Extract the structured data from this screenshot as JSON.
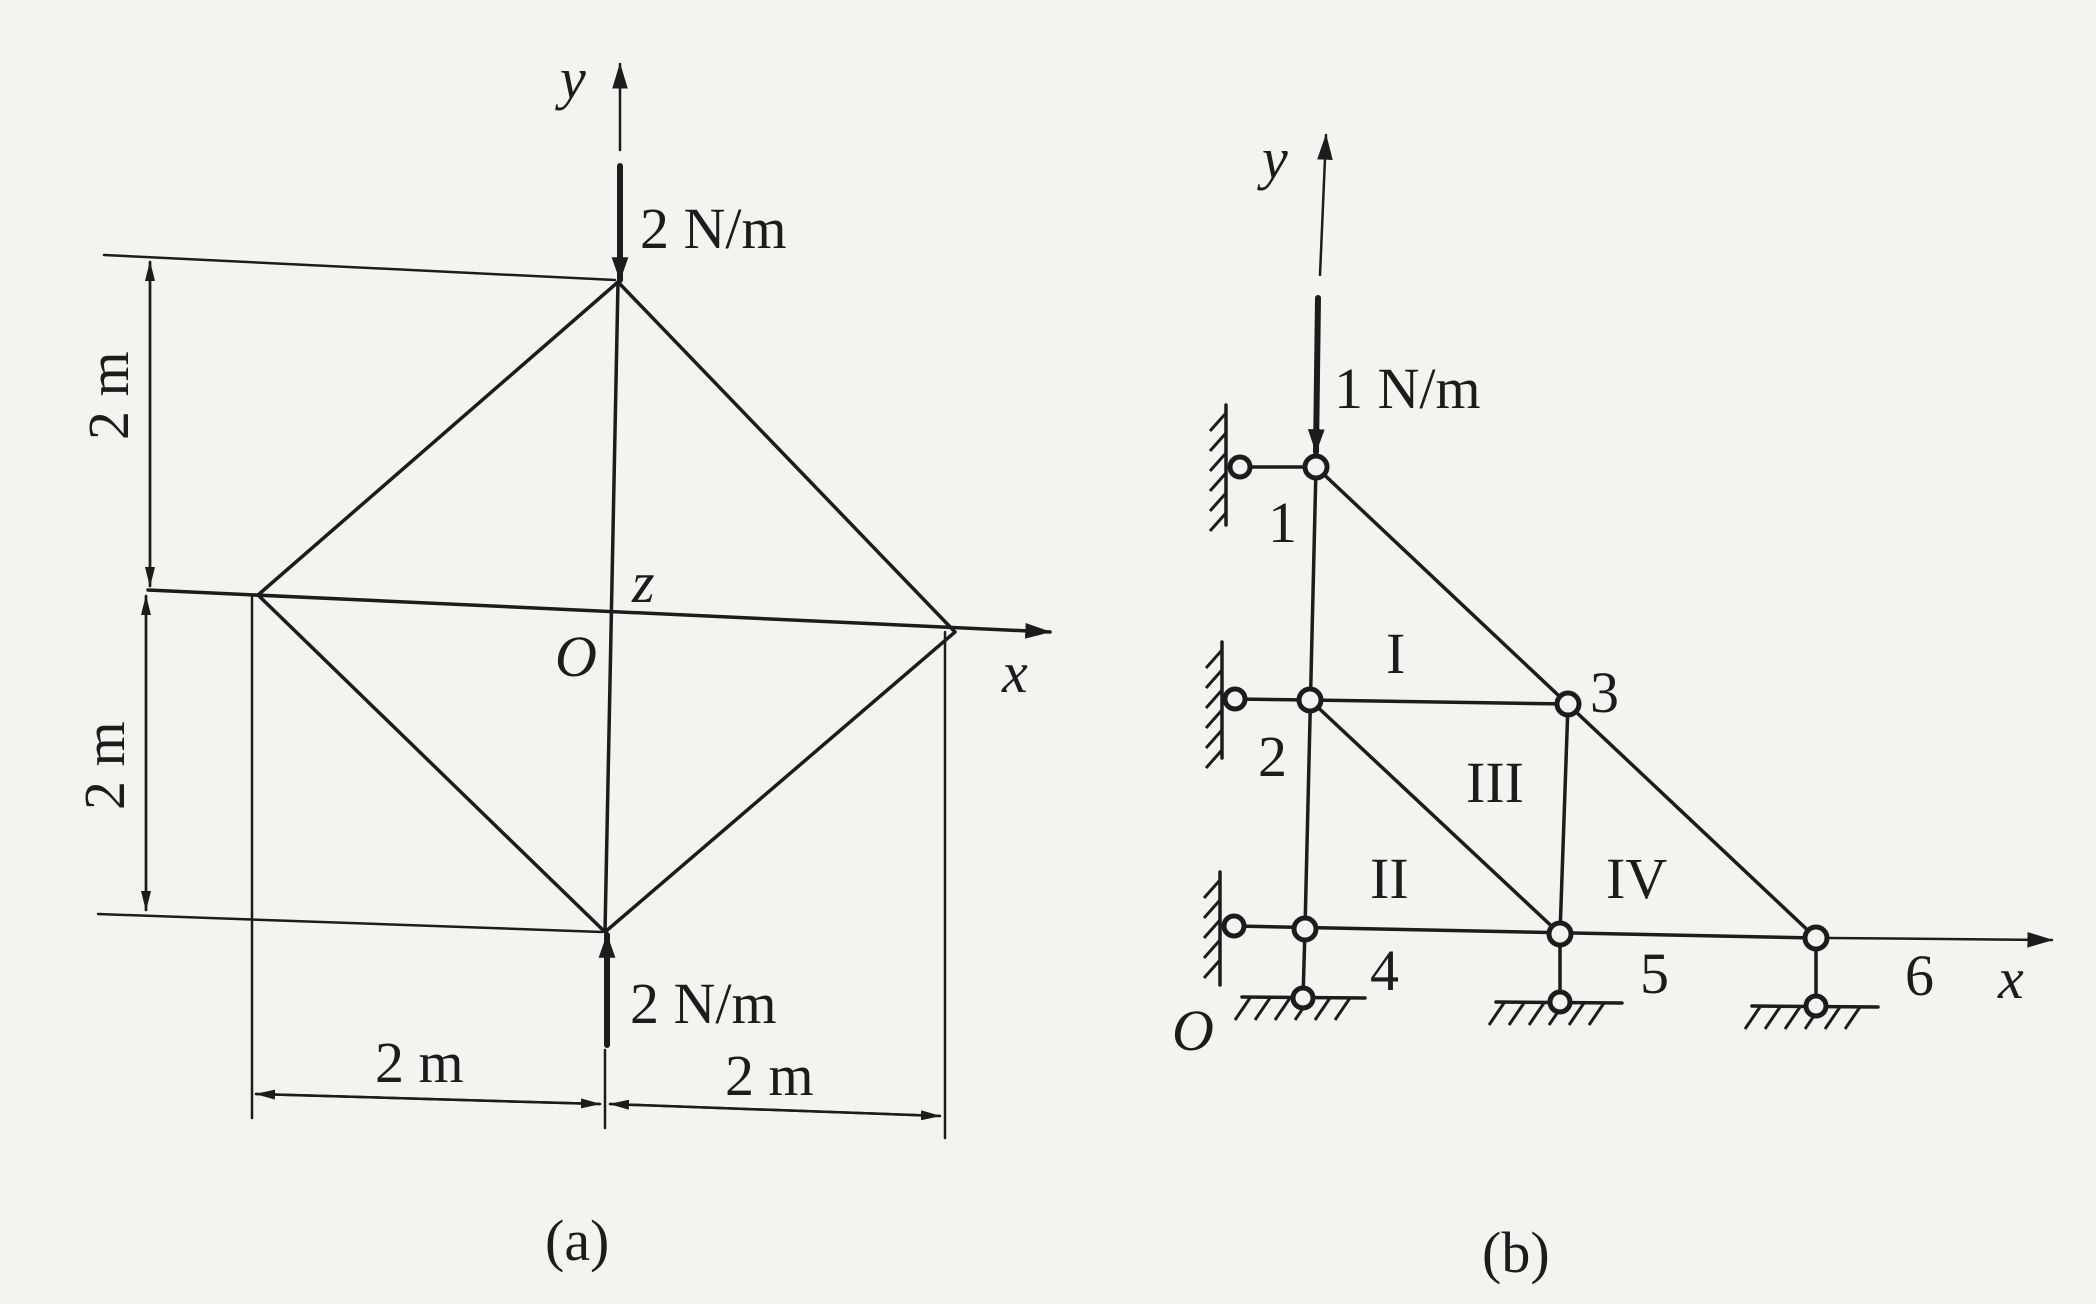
{
  "figure_a": {
    "axis_y": "y",
    "axis_x": "x",
    "axis_z": "z",
    "origin": "O",
    "load_top": "2 N/m",
    "load_bottom": "2 N/m",
    "dim_upper": "2 m",
    "dim_lower": "2 m",
    "dim_left": "2 m",
    "dim_right": "2 m",
    "caption": "(a)"
  },
  "figure_b": {
    "axis_y": "y",
    "axis_x": "x",
    "origin": "O",
    "load": "1 N/m",
    "nodes": [
      "1",
      "2",
      "3",
      "4",
      "5",
      "6"
    ],
    "elements": [
      "I",
      "II",
      "III",
      "IV"
    ],
    "caption": "(b)"
  }
}
